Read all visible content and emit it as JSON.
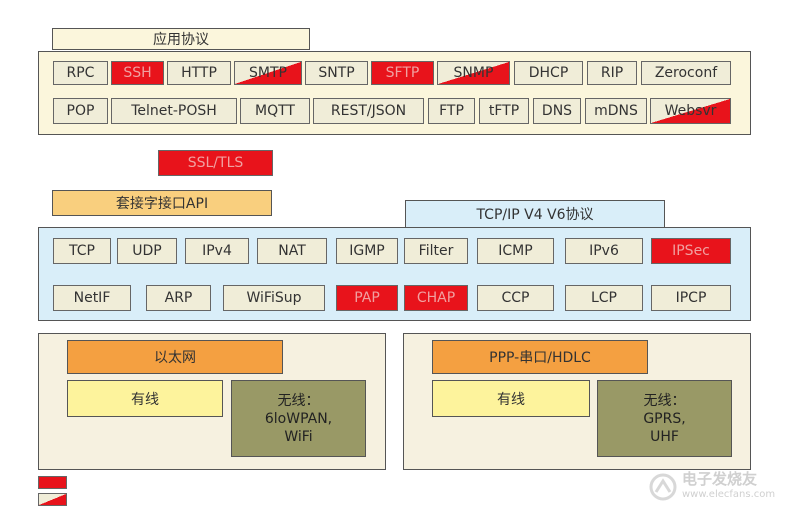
{
  "application": {
    "title": "应用协议",
    "row1": [
      {
        "label": "RPC",
        "style": "plain"
      },
      {
        "label": "SSH",
        "style": "red"
      },
      {
        "label": "HTTP",
        "style": "plain"
      },
      {
        "label": "SMTP",
        "style": "half"
      },
      {
        "label": "SNTP",
        "style": "plain"
      },
      {
        "label": "SFTP",
        "style": "red"
      },
      {
        "label": "SNMP",
        "style": "half"
      },
      {
        "label": "DHCP",
        "style": "plain"
      },
      {
        "label": "RIP",
        "style": "plain"
      },
      {
        "label": "Zeroconf",
        "style": "plain"
      }
    ],
    "row2": [
      {
        "label": "POP",
        "style": "plain"
      },
      {
        "label": "Telnet-POSH",
        "style": "plain"
      },
      {
        "label": "MQTT",
        "style": "plain"
      },
      {
        "label": "REST/JSON",
        "style": "plain"
      },
      {
        "label": "FTP",
        "style": "plain"
      },
      {
        "label": "tFTP",
        "style": "plain"
      },
      {
        "label": "DNS",
        "style": "plain"
      },
      {
        "label": "mDNS",
        "style": "plain"
      },
      {
        "label": "Websvr",
        "style": "half"
      }
    ]
  },
  "ssl": {
    "label": "SSL/TLS",
    "style": "red"
  },
  "socket": {
    "title": "套接字接口API"
  },
  "tcpip": {
    "title": "TCP/IP V4 V6协议",
    "row1": [
      {
        "label": "TCP",
        "style": "plain"
      },
      {
        "label": "UDP",
        "style": "plain"
      },
      {
        "label": "IPv4",
        "style": "plain"
      },
      {
        "label": "NAT",
        "style": "plain"
      },
      {
        "label": "IGMP",
        "style": "plain"
      },
      {
        "label": "Filter",
        "style": "plain"
      },
      {
        "label": "ICMP",
        "style": "plain"
      },
      {
        "label": "IPv6",
        "style": "plain"
      },
      {
        "label": "IPSec",
        "style": "red"
      }
    ],
    "row2": [
      {
        "label": "NetIF",
        "style": "plain"
      },
      {
        "label": "ARP",
        "style": "plain"
      },
      {
        "label": "WiFiSup",
        "style": "plain"
      },
      {
        "label": "PAP",
        "style": "red"
      },
      {
        "label": "CHAP",
        "style": "red"
      },
      {
        "label": "CCP",
        "style": "plain"
      },
      {
        "label": "LCP",
        "style": "plain"
      },
      {
        "label": "IPCP",
        "style": "plain"
      }
    ]
  },
  "ethernet": {
    "title": "以太网",
    "wired": "有线",
    "wireless": [
      "无线：",
      "6loWPAN,",
      "WiFi"
    ]
  },
  "ppp": {
    "title": "PPP-串口/HDLC",
    "wired": "有线",
    "wireless": [
      "无线：",
      "GPRS,",
      "UHF"
    ]
  },
  "watermark": {
    "text": "电子发烧友",
    "domain": "www.elecfans.com"
  },
  "colors": {
    "red": "#e8131b",
    "box": "#f0edd8",
    "app_bg": "#fbf6dc",
    "tcp_bg": "#d9eef9",
    "socket_bg": "#f9cf7e",
    "link_title_bg": "#f4a041",
    "wired_bg": "#fdf39c",
    "wireless_bg": "#999966"
  }
}
